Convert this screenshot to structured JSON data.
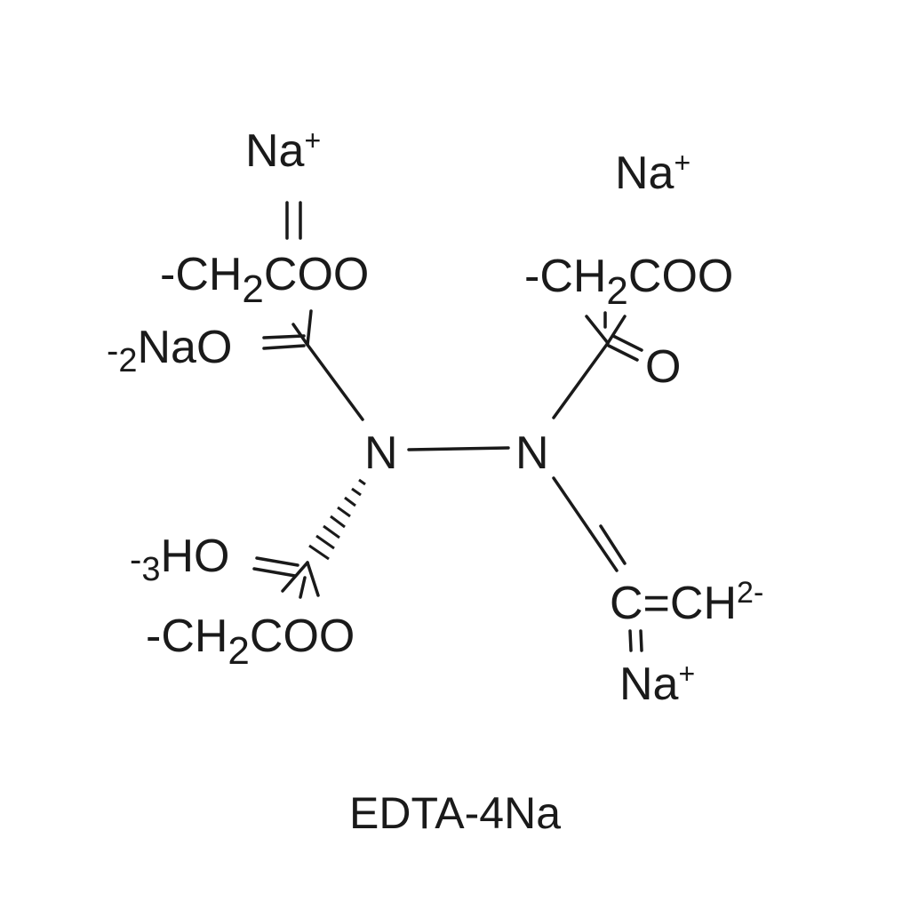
{
  "diagram": {
    "labels": {
      "na_top_left": {
        "main": "Na",
        "sup": "+"
      },
      "na_top_right": {
        "main": "Na",
        "sup": "+"
      },
      "ch2coo_upper_left": {
        "pre": "-CH",
        "sub": "2",
        "post": "COO"
      },
      "ch2coo_upper_right": {
        "pre": "-CH",
        "sub": "2",
        "post": "COO"
      },
      "nao_left": {
        "pre": "-",
        "sub": "2",
        "post": "NaO"
      },
      "o_right": "O",
      "n_left": "N",
      "n_right": "N",
      "ho_left": {
        "pre": "-",
        "sub": "3",
        "post": "HO"
      },
      "ch2coo_lower_left": {
        "pre": "-CH",
        "sub": "2",
        "post": "COO"
      },
      "c_ch_right": {
        "main": "C=CH",
        "sup": "2-"
      },
      "na_bottom_right": {
        "main": "Na",
        "sup": "+"
      }
    },
    "caption": "EDTA-4Na"
  }
}
